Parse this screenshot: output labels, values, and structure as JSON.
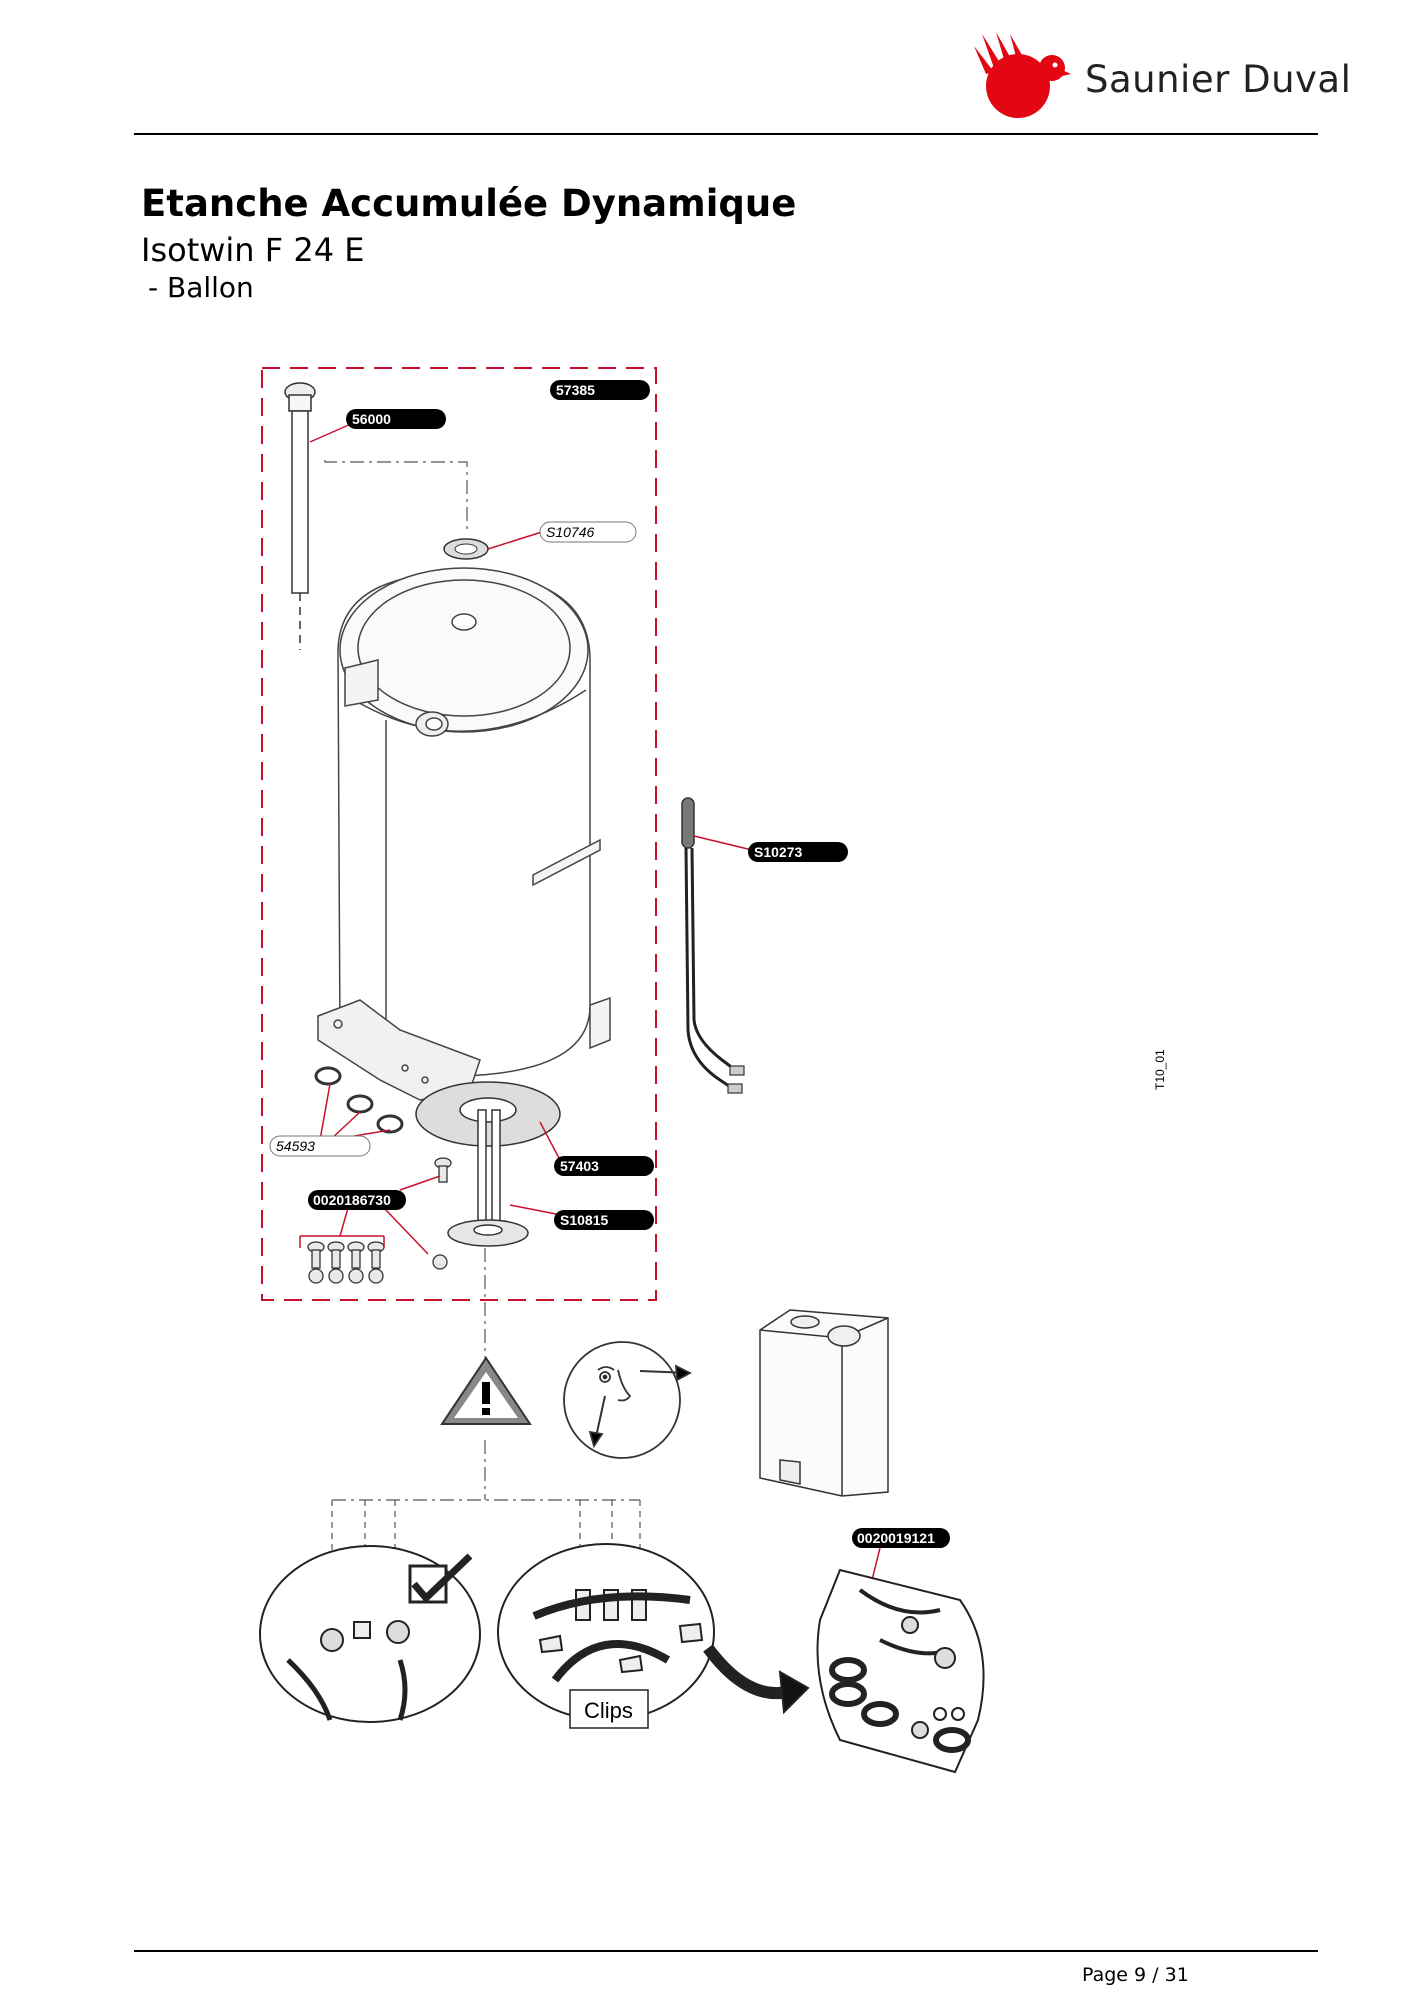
{
  "header": {
    "brand": "Saunier Duval",
    "brand_color": "#e30613"
  },
  "document": {
    "title": "Etanche Accumulée Dynamique",
    "subtitle": "Isotwin F 24 E",
    "section": "- Ballon"
  },
  "diagram": {
    "labels": {
      "p57385": "57385",
      "p56000": "56000",
      "pS10746": "S10746",
      "pS10273": "S10273",
      "p54593": "54593",
      "p57403": "57403",
      "p0020186730": "0020186730",
      "pS10815": "S10815",
      "p0020019121": "0020019121"
    },
    "clips_label": "Clips",
    "drawing_ref": "T10_01",
    "accent_color": "#c8102e"
  },
  "footer": {
    "page": "Page 9 / 31"
  }
}
